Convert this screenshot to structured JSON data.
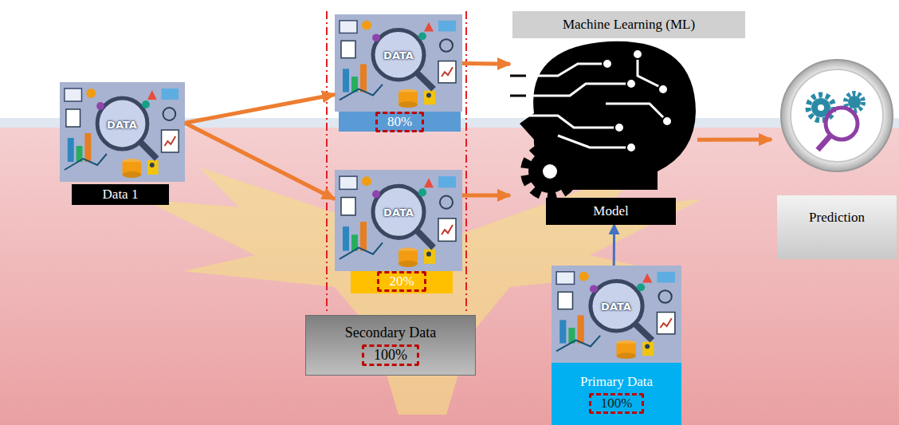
{
  "diagram": {
    "nodes": [
      {
        "text": [
          "Data 1"
        ]
      },
      {
        "text": [
          "80%"
        ]
      },
      {
        "text": [
          "20%"
        ]
      },
      {
        "text": [
          "Secondary Data",
          "100%"
        ]
      },
      {
        "text": [
          "Machine Learning (ML)"
        ]
      },
      {
        "text": [
          "Model"
        ]
      },
      {
        "text": [
          "Primary Data",
          "100%"
        ]
      },
      {
        "text": [
          "Prediction"
        ]
      }
    ],
    "edges": [
      {
        "from": 0,
        "to": 1,
        "arrow": "to"
      },
      {
        "from": 0,
        "to": 2,
        "arrow": "to"
      },
      {
        "from": 1,
        "to": 5,
        "arrow": "to"
      },
      {
        "from": 2,
        "to": 5,
        "arrow": "to"
      },
      {
        "from": 6,
        "to": 5,
        "arrow": "to"
      },
      {
        "from": 5,
        "to": 7,
        "arrow": "to"
      }
    ],
    "labels": [
      "DATA",
      "DATA",
      "DATA",
      "DATA"
    ]
  }
}
